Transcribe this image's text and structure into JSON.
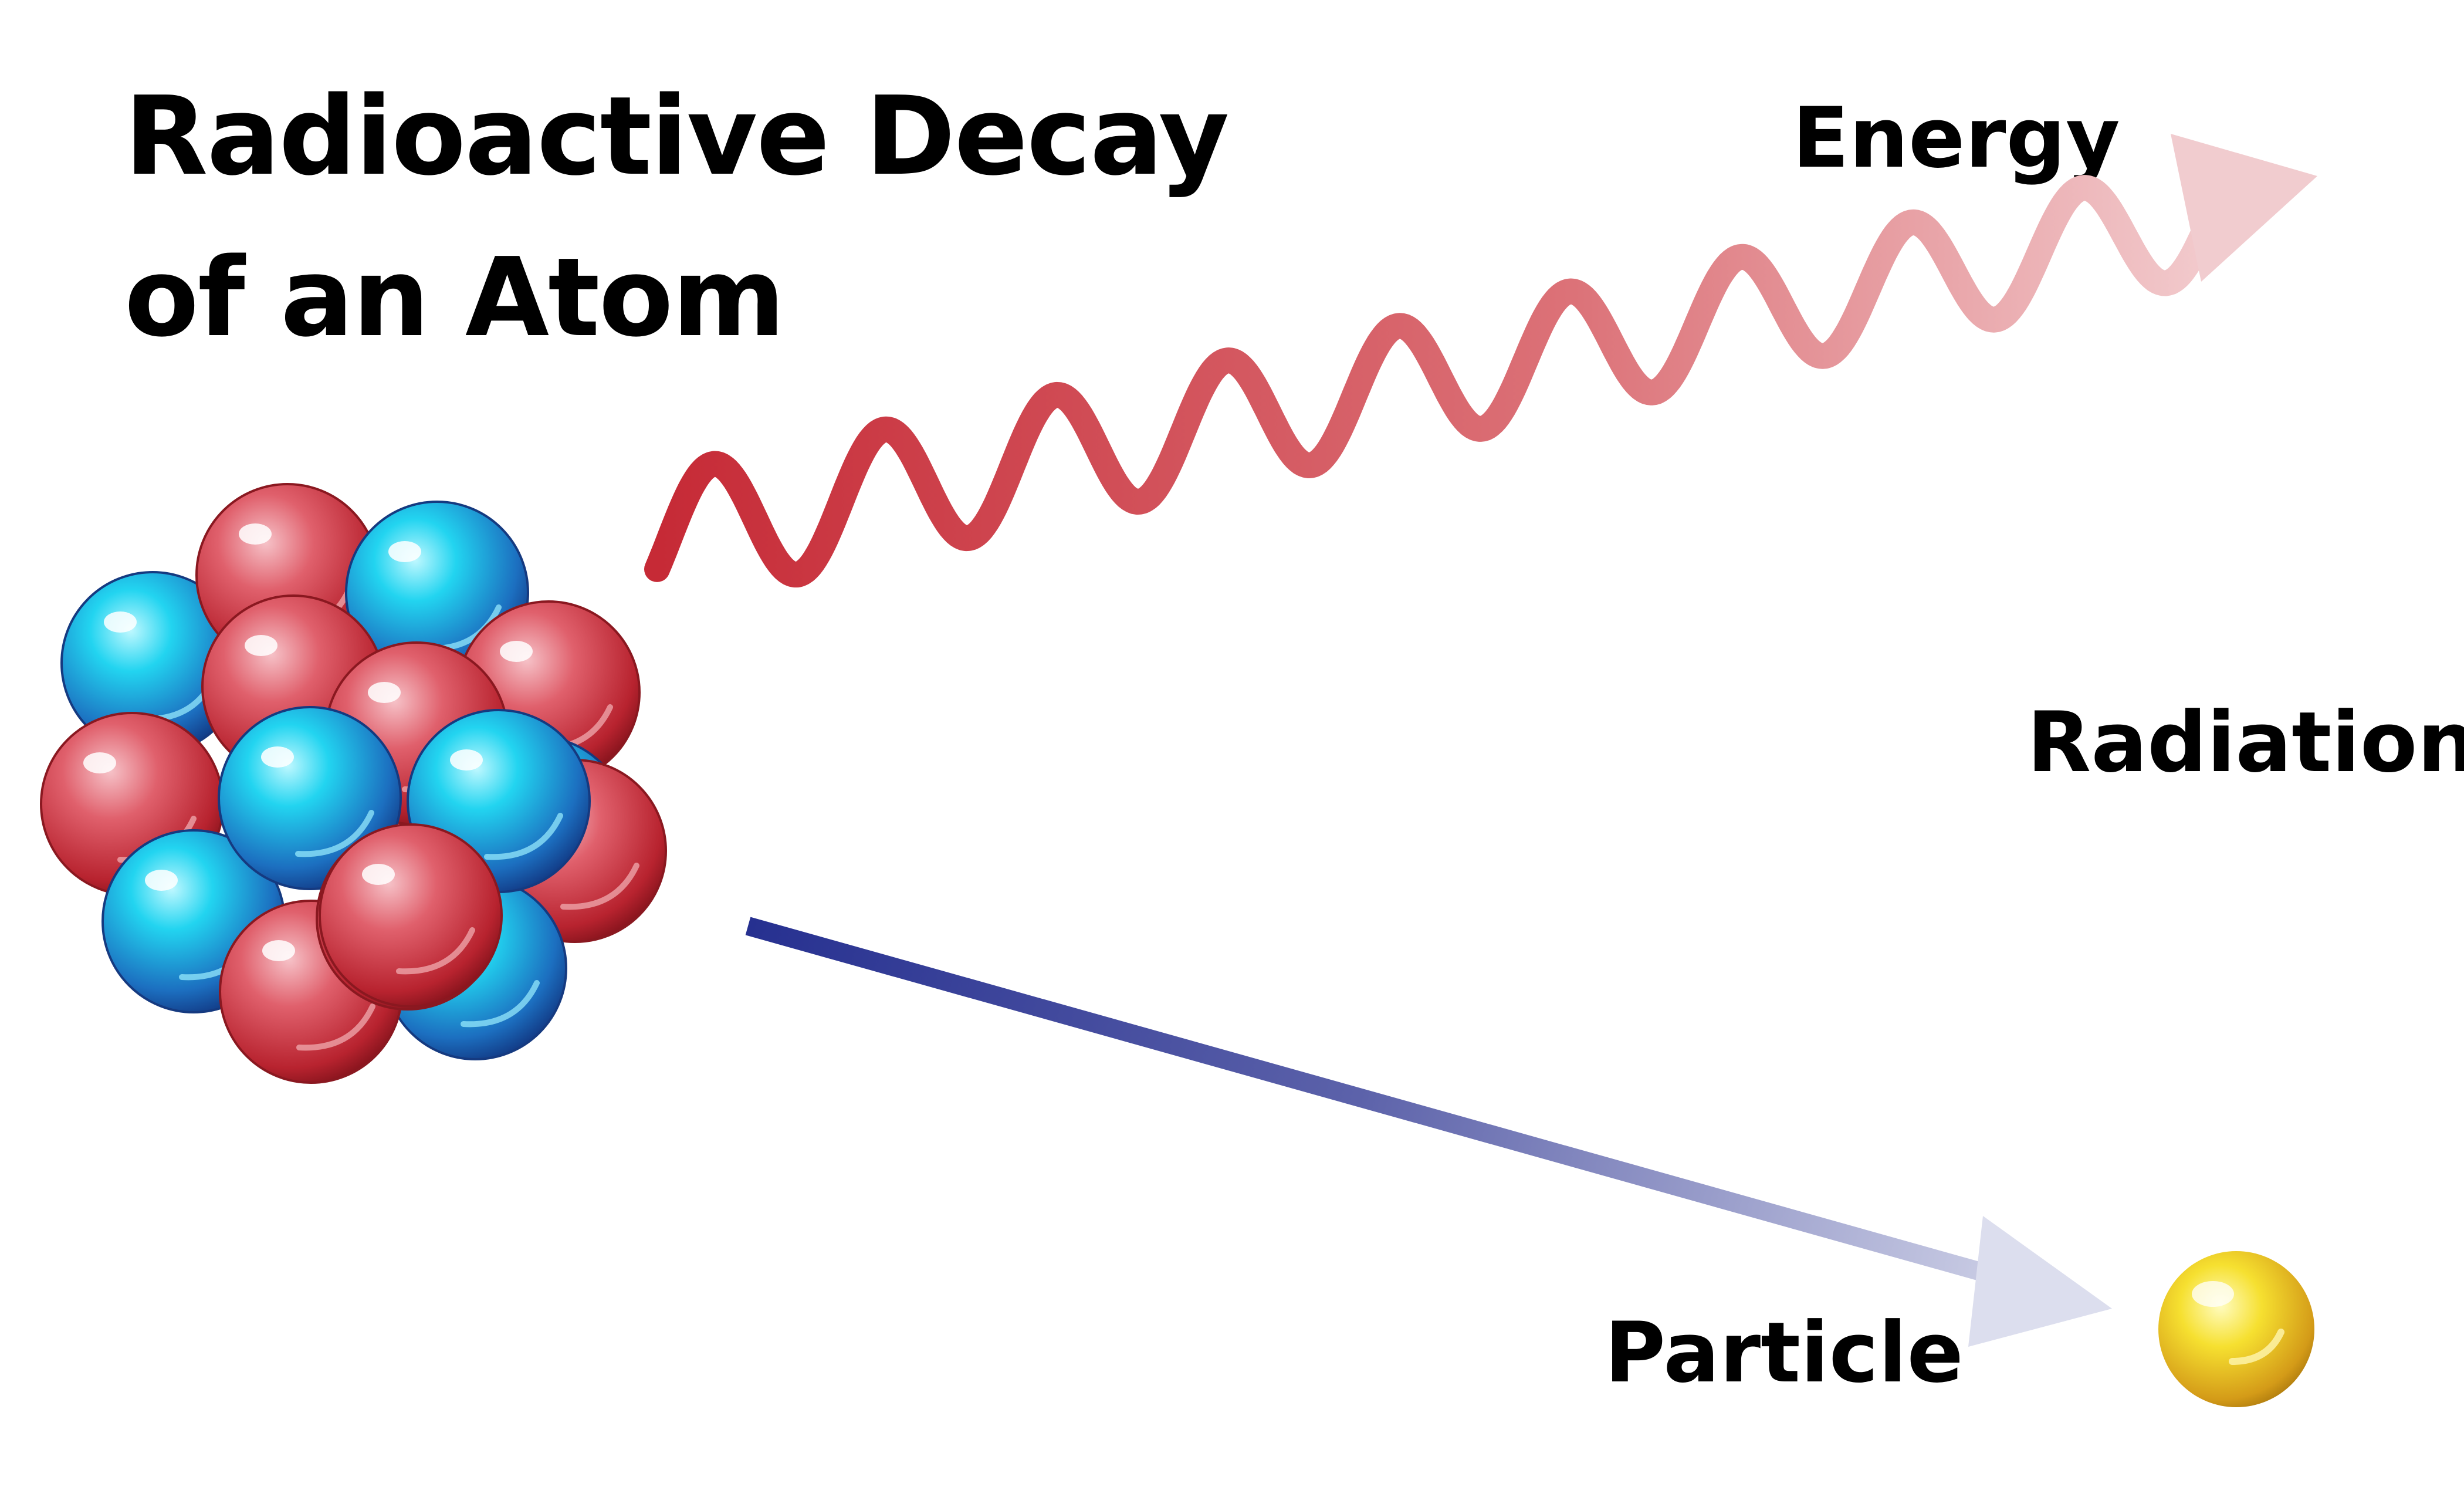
{
  "title": {
    "line1": "Radioactive Decay",
    "line2": "of an Atom"
  },
  "labels": {
    "energy": "Energy",
    "radiation": "Radiation",
    "particle": "Particle"
  },
  "colors": {
    "proton": "#c8323c",
    "neutron": "#1f7fc8",
    "energy_wave": "#c8323c",
    "particle_arrow": "#2a3290",
    "particle": "#e0b020"
  },
  "nucleus": {
    "protons": 9,
    "neutrons": 7
  }
}
